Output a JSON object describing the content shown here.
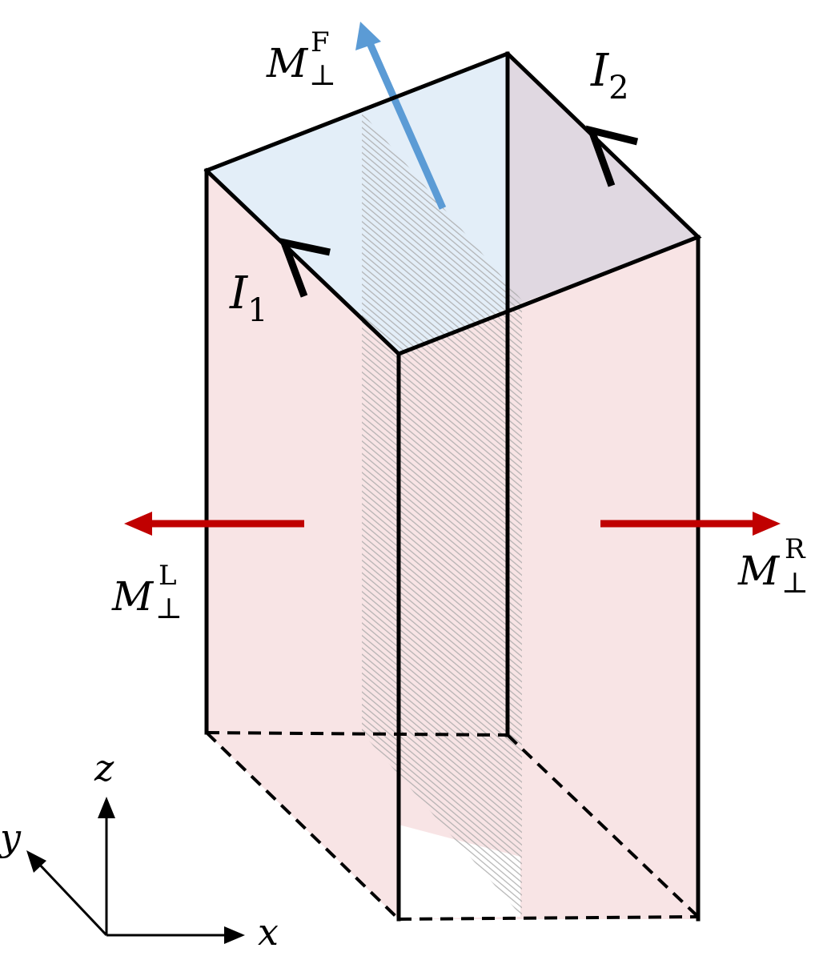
{
  "colors": {
    "side_face": "#f8e4e5",
    "top_face": "#e3eef8",
    "top_right_face": "#e0d8e1",
    "red_arrow": "#c00000",
    "blue_arrow": "#5b9bd5",
    "hatch": "#b8b8b8",
    "edges": "#000000"
  },
  "labels": {
    "current_1": {
      "base": "I",
      "sub": "1"
    },
    "current_2": {
      "base": "I",
      "sub": "2"
    },
    "m_front": {
      "base": "M",
      "sup": "F",
      "sub": "⊥"
    },
    "m_left": {
      "base": "M",
      "sup": "L",
      "sub": "⊥"
    },
    "m_right": {
      "base": "M",
      "sup": "R",
      "sub": "⊥"
    }
  },
  "axes": {
    "x": "x",
    "y": "y",
    "z": "z"
  },
  "icons": {
    "current_direction": "chevron-arrow-icon",
    "magnetization": "arrow-icon"
  }
}
